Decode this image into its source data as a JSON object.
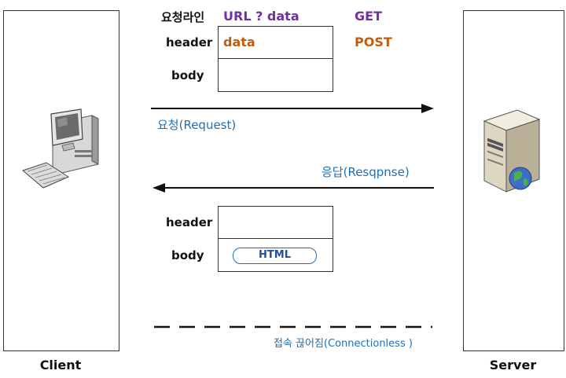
{
  "client": {
    "caption": "Client",
    "icon": "desktop-computer-icon"
  },
  "server": {
    "caption": "Server",
    "icon": "server-tower-icon"
  },
  "request": {
    "request_line_label": "요청라인",
    "request_line_value": "URL ? data",
    "header_label": "header",
    "header_value": "data",
    "body_label": "body",
    "method_get": "GET",
    "method_post": "POST",
    "arrow_label": "요청(Request)"
  },
  "response": {
    "arrow_label": "응답(Resqpnse)",
    "header_label": "header",
    "body_label": "body",
    "body_value": "HTML"
  },
  "disconnect": {
    "label": "접속 끊어짐(Connectionless )"
  },
  "colors": {
    "request_line": "#7030a0",
    "post_data": "#c55a11",
    "flow_text": "#1f6fb3"
  }
}
